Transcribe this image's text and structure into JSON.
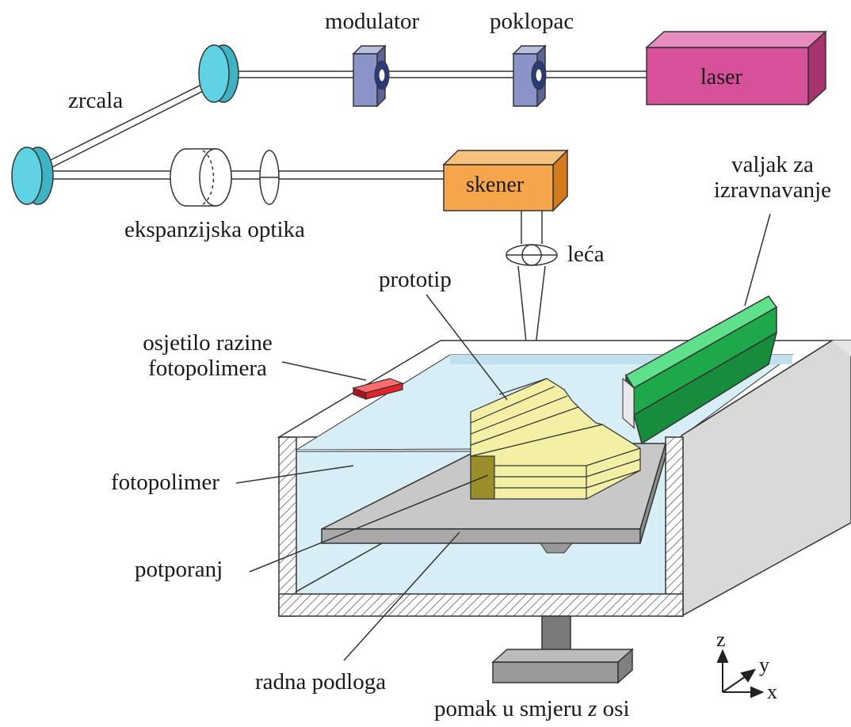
{
  "labels": {
    "modulator": "modulator",
    "poklopac": "poklopac",
    "laser": "laser",
    "zrcala": "zrcala",
    "skener": "skener",
    "ekspanzijska_optika": "ekspanzijska optika",
    "valjak_line1": "valjak za",
    "valjak_line2": "izravnavanje",
    "leca": "leća",
    "prototip": "prototip",
    "osjetilo_line1": "osjetilo razine",
    "osjetilo_line2": "fotopolimera",
    "fotopolimer": "fotopolimer",
    "potporanj": "potporanj",
    "radna_podloga": "radna podloga",
    "pomak_part1": "pomak u smjeru ",
    "pomak_axis": "z",
    "pomak_part2": " osi"
  },
  "axes": {
    "z": "z",
    "y": "y",
    "x": "x"
  },
  "colors": {
    "mirror": "#5fd3e3",
    "modulator": "#8a94c8",
    "laser": "#d6509a",
    "scanner": "#f5a64a",
    "roller": "#1fa84a",
    "sensor": "#e8222a",
    "resin": "#d7eef6",
    "prototype": "#f3f0a6",
    "platform": "#c8c8c8"
  }
}
